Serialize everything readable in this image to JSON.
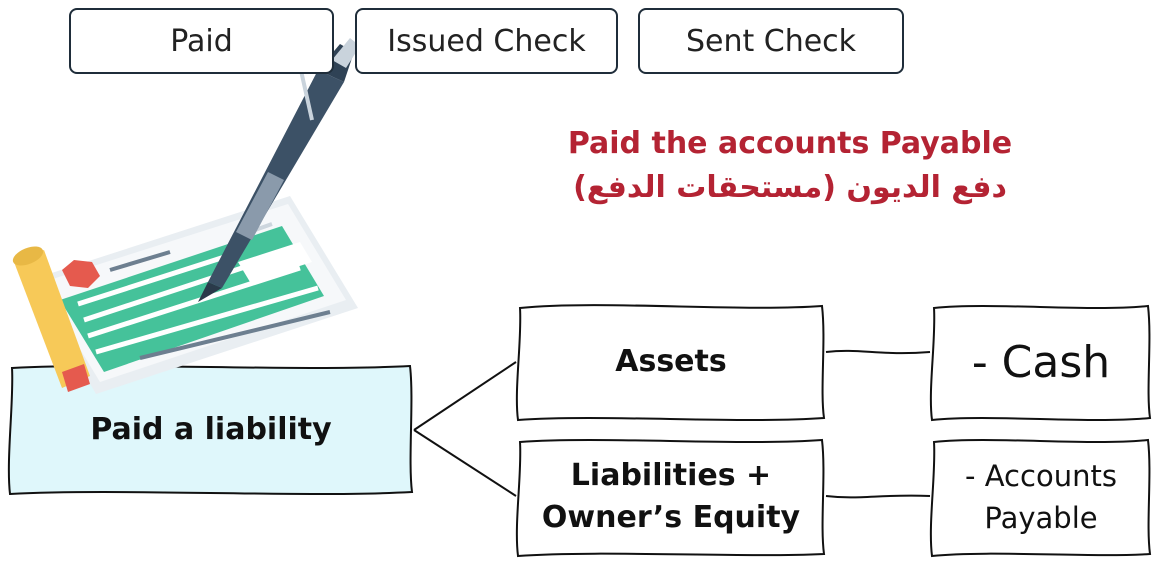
{
  "tags": {
    "paid": "Paid",
    "issued_check": "Issued Check",
    "sent_check": "Sent Check"
  },
  "heading": {
    "english": "Paid the accounts Payable",
    "arabic": "دفع الديون (مستحقات الدفع)"
  },
  "diagram": {
    "root": "Paid a liability",
    "assets": "Assets",
    "liabilities_equity_line1": "Liabilities +",
    "liabilities_equity_line2": "Owner’s Equity",
    "cash": "- Cash",
    "accounts_payable_line1": "- Accounts",
    "accounts_payable_line2": "Payable"
  },
  "colors": {
    "heading": "#b42333",
    "root_fill": "#dff7fb",
    "check_green": "#45c29a",
    "pen_body": "#3c5166",
    "scroll_yellow": "#f7c958",
    "stamp_red": "#e55a4e"
  }
}
